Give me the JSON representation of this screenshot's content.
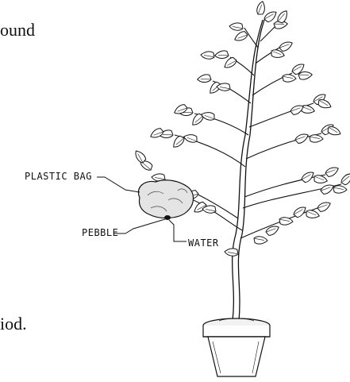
{
  "text_fragments": {
    "top": "ound",
    "bottom": "iod."
  },
  "labels": {
    "plastic_bag": "PLASTIC BAG",
    "pebble": "PEBBLE",
    "water": "WATER"
  },
  "colors": {
    "ink": "#111111",
    "background": "#ffffff",
    "bag_fill": "#e4e4e4",
    "soil_fill": "#f2f2f2"
  }
}
